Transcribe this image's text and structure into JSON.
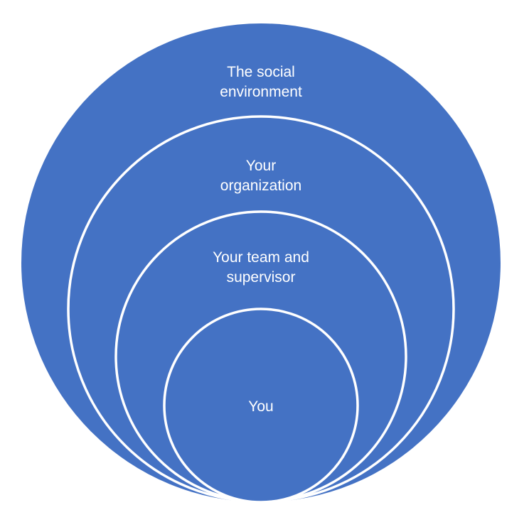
{
  "diagram": {
    "colors": {
      "fill": "#4472C4",
      "stroke": "#FFFFFF",
      "text": "#FFFFFF",
      "background": "#FFFFFF"
    },
    "rings": [
      {
        "label_line1": "The social",
        "label_line2": "environment"
      },
      {
        "label_line1": "Your",
        "label_line2": "organization"
      },
      {
        "label_line1": "Your team and",
        "label_line2": "supervisor"
      },
      {
        "label_line1": "You",
        "label_line2": ""
      }
    ]
  }
}
